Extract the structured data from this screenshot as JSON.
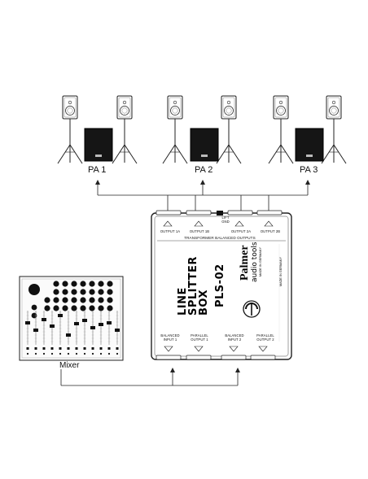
{
  "pa_groups": [
    {
      "label": "PA 1"
    },
    {
      "label": "PA 2"
    },
    {
      "label": "PA 3"
    }
  ],
  "mixer": {
    "label": "Mixer"
  },
  "splitter": {
    "title_lines": [
      "LINE",
      "SPLITTER",
      "BOX"
    ],
    "model": "PLS-02",
    "brand": "Palmer",
    "brand_sub": "audio tools",
    "made_in": "MADE IN GERMANY",
    "outputs_caption": "TRANSFORMER BALANCED OUTPUTS",
    "lift_gnd": [
      "LIFT",
      "GND"
    ],
    "top_ports": [
      "OUTPUT 1A",
      "OUTPUT 1B",
      "OUTPUT 2A",
      "OUTPUT 2B"
    ],
    "bottom_ports": [
      [
        "BALANCED",
        "INPUT 1"
      ],
      [
        "PARALLEL",
        "OUTPUT 1"
      ],
      [
        "BALANCED",
        "INPUT 2"
      ],
      [
        "PARALLEL",
        "OUTPUT 2"
      ]
    ]
  }
}
